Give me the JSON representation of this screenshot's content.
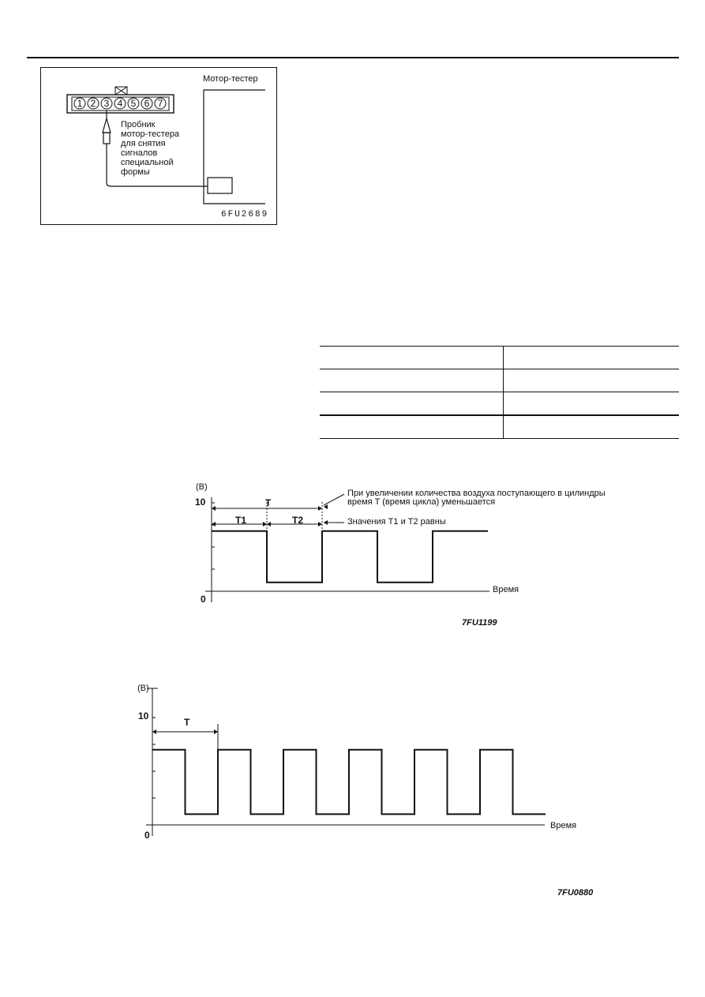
{
  "diagram": {
    "tester_label": "Мотор-тестер",
    "probe_label_lines": [
      "Пробник",
      "мотор-тестера",
      "для снятия",
      "сигналов",
      "специальной",
      "формы"
    ],
    "pins": [
      "1",
      "2",
      "3",
      "4",
      "5",
      "6",
      "7"
    ],
    "figure_code": "6FU2689"
  },
  "table": {
    "rows": [
      [
        "",
        ""
      ],
      [
        "",
        ""
      ],
      [
        "",
        ""
      ],
      [
        "",
        ""
      ]
    ]
  },
  "chart_data": [
    {
      "type": "line",
      "ylabel": "(В)",
      "xlabel": "Время",
      "y_ticks": [
        "0",
        "10"
      ],
      "ylim": [
        0,
        10
      ],
      "series": [
        {
          "x": [
            0,
            2,
            2,
            4,
            4,
            6,
            6,
            8,
            8,
            10
          ],
          "values": [
            6.8,
            6.8,
            1,
            1,
            6.8,
            6.8,
            1,
            1,
            6.8,
            6.8
          ]
        }
      ],
      "annotations": {
        "period": "T",
        "t1": "T1",
        "t2": "T2",
        "note_period_line1": "При увеличении количества воздуха  поступающего в цилиндры",
        "note_period_line2": "время T (время цикла) уменьшается",
        "note_equal": "Значения   T1 и T2 равны"
      },
      "figure_code": "7FU1199"
    },
    {
      "type": "line",
      "ylabel": "(В)",
      "xlabel": "Время",
      "y_ticks": [
        "0",
        "10"
      ],
      "ylim": [
        0,
        10
      ],
      "series": [
        {
          "x": [
            0,
            1,
            1,
            2,
            2,
            3,
            3,
            4,
            4,
            5,
            5,
            6,
            6,
            7,
            7,
            8,
            8,
            9,
            9,
            10,
            10,
            11,
            11,
            12
          ],
          "values": [
            7,
            7,
            1,
            1,
            7,
            7,
            1,
            1,
            7,
            7,
            1,
            1,
            7,
            7,
            1,
            1,
            7,
            7,
            1,
            1,
            7,
            7,
            1,
            1
          ]
        }
      ],
      "annotations": {
        "period": "T"
      },
      "figure_code": "7FU0880"
    }
  ]
}
